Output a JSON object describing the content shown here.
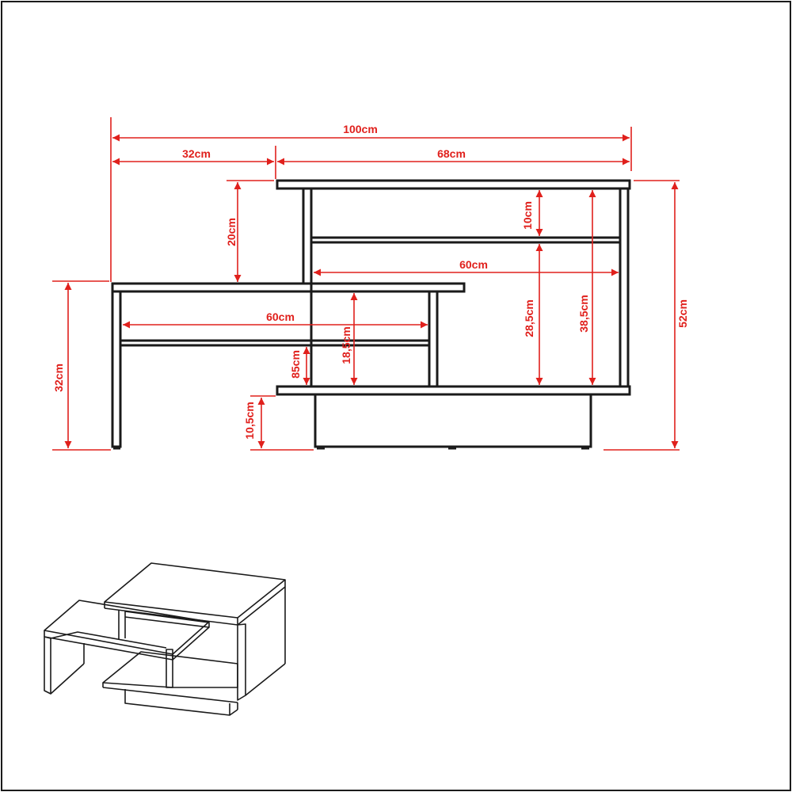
{
  "colors": {
    "dimension": "#e0201c",
    "outline": "#1a1a1a",
    "frame": "#1a1a1a",
    "background": "#ffffff"
  },
  "dimensions": {
    "total_width": "100cm",
    "left_width": "32cm",
    "right_width": "68cm",
    "upper_step": "20cm",
    "upper_shelf_gap": "10cm",
    "upper_inner_width": "60cm",
    "lower_inner_width": "60cm",
    "left_height": "32cm",
    "right_lower_height": "28,5cm",
    "right_inner_height": "38,5cm",
    "total_height": "52cm",
    "lower_shelf_gap": "85cm",
    "lower_inner_height": "18,5cm",
    "base_height": "10,5cm"
  }
}
